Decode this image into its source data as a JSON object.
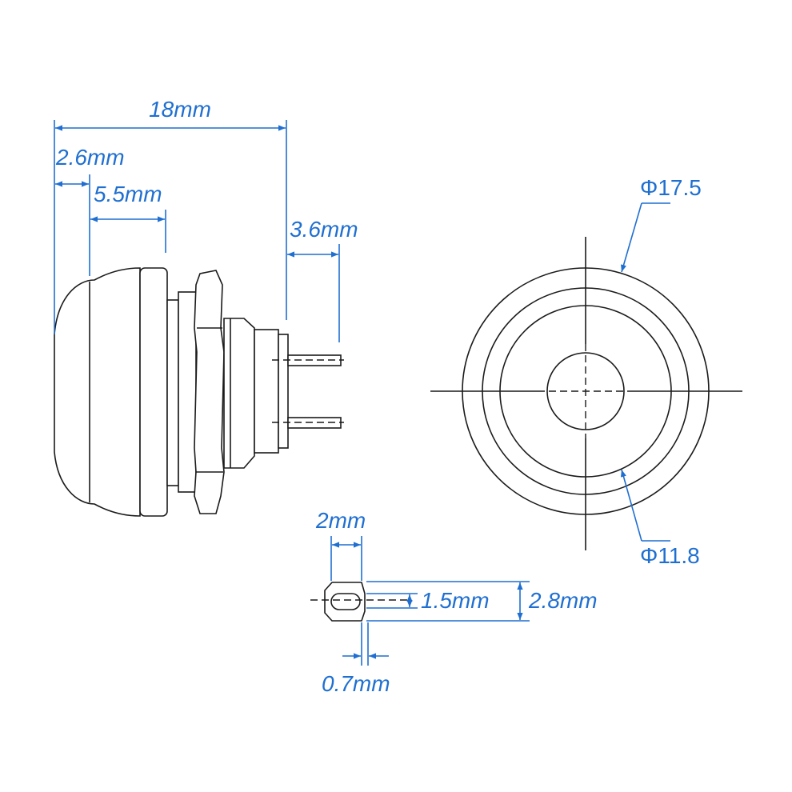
{
  "colors": {
    "line": "#1a1a1a",
    "dimension": "#1f6fd1",
    "background": "#ffffff"
  },
  "labels": {
    "total_length": "18mm",
    "cap_depth": "2.6mm",
    "cap_width": "5.5mm",
    "pin_length": "3.6mm",
    "outer_diameter": "Φ17.5",
    "inner_diameter": "Φ11.8",
    "pin_width": "2mm",
    "hole_height": "1.5mm",
    "pin_height": "2.8mm",
    "pin_thickness": "0.7mm"
  }
}
